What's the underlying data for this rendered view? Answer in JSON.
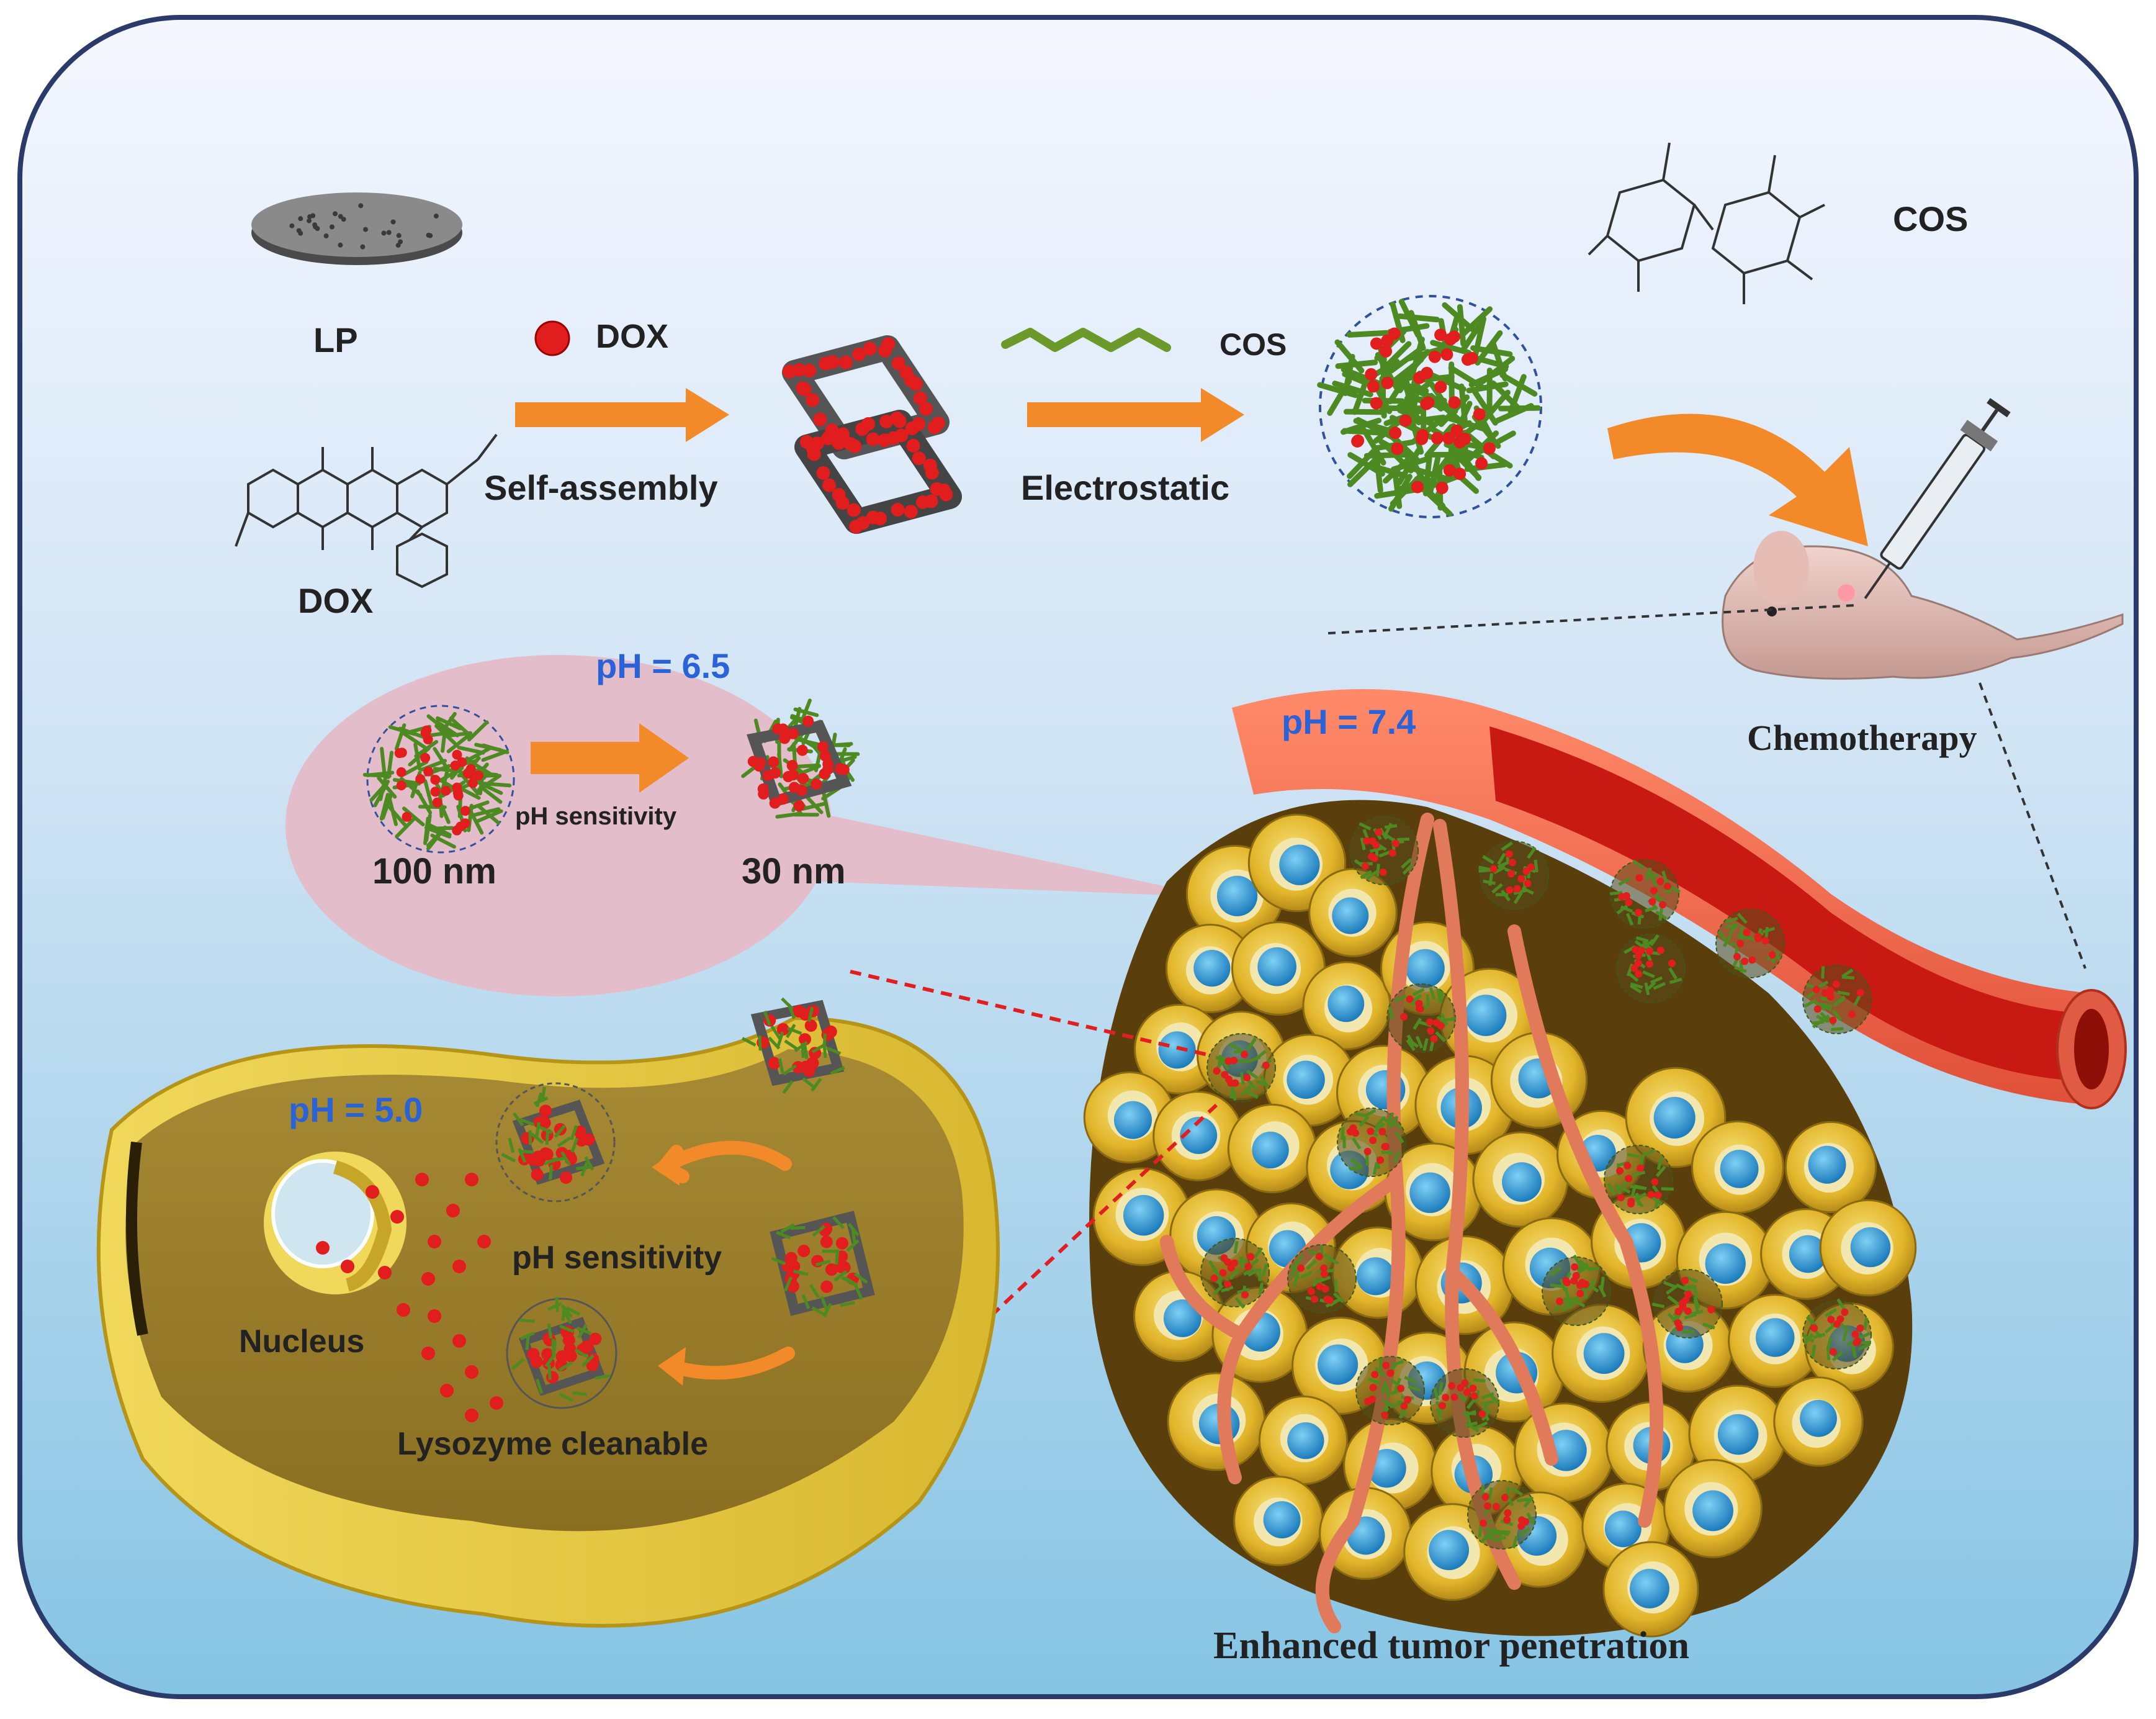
{
  "labels": {
    "lp": "LP",
    "dox_legend": "DOX",
    "dox_molecule": "DOX",
    "self_assembly": "Self-assembly",
    "electrostatic": "Electrostatic",
    "cos_above": "COS",
    "cos_molecule": "COS",
    "chemotherapy": "Chemotherapy",
    "ph_65": "pH = 6.5",
    "ph_sensitivity_bubble": "pH sensitivity",
    "size_100": "100 nm",
    "size_30": "30 nm",
    "ph_74": "pH = 7.4",
    "ph_50": "pH = 5.0",
    "ph_sensitivity_cell": "pH sensitivity",
    "nucleus": "Nucleus",
    "lysozyme": "Lysozyme cleanable",
    "tumor_penetration": "Enhanced tumor penetration"
  },
  "colors": {
    "background_top": "#f4f6ff",
    "background_bottom": "#8fc9e6",
    "arrow_orange": "#f28a2a",
    "dox_red": "#e11d1d",
    "cos_green": "#5f8f2a",
    "vessel_red": "#e03a2a",
    "cell_yellow": "#e8c02c",
    "nucleus_blue": "#1d87c9",
    "ph_blue": "#2a63d8",
    "bubble_pink": "#e3bdc9",
    "cell_body": "#9a8030"
  }
}
